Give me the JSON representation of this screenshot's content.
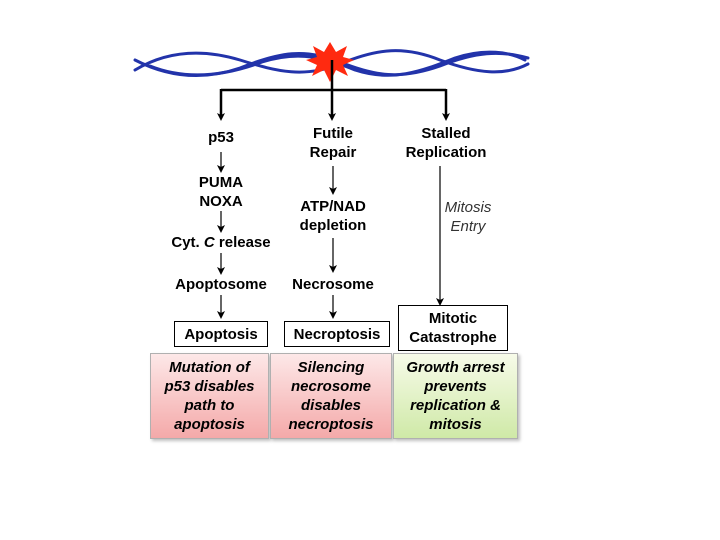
{
  "colors": {
    "dna_strand": "#2233aa",
    "damage_burst": "#ff2a10",
    "note_red_top": "#fde8e8",
    "note_red_bottom": "#f4a9a9",
    "note_green_top": "#f7fbe9",
    "note_green_bottom": "#cfe9a7"
  },
  "icons": {
    "dna": "dna-double-strand-icon",
    "damage": "dna-damage-burst-icon"
  },
  "branches": {
    "apoptosis": {
      "trigger": "p53",
      "step1": "PUMA\nNOXA",
      "step2_prefix": "Cyt. ",
      "step2_italic": "C",
      "step2_suffix": " release",
      "step3": "Apoptosome",
      "outcome": "Apoptosis",
      "note": "Mutation of\np53 disables\npath to\napoptosis"
    },
    "necroptosis": {
      "trigger": "Futile\nRepair",
      "step1": "ATP/NAD\ndepletion",
      "step2": "Necrosome",
      "outcome": "Necroptosis",
      "note": "Silencing\nnecrosome\ndisables\nnecroptosis"
    },
    "catastrophe": {
      "trigger": "Stalled\nReplication",
      "arrow_label": "Mitosis\nEntry",
      "outcome": "Mitotic\nCatastrophe",
      "note": "Growth arrest\nprevents\nreplication &\nmitosis"
    }
  }
}
